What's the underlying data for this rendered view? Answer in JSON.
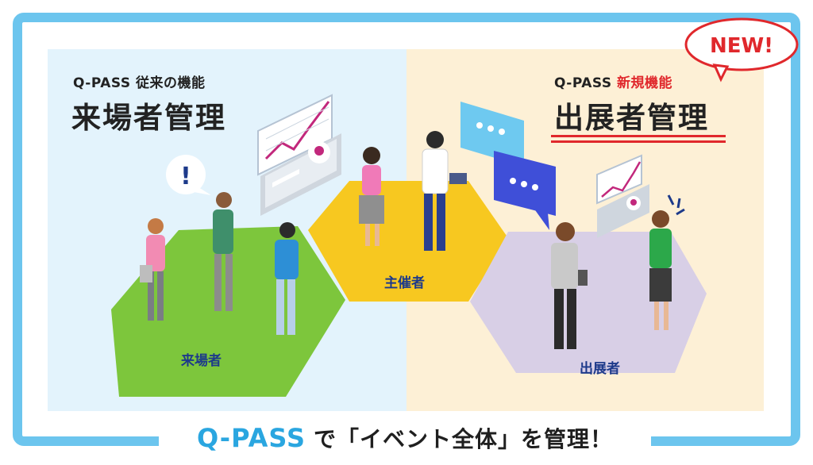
{
  "left_header": {
    "kicker": "Q-PASS 従来の機能",
    "title": "来場者管理"
  },
  "right_header": {
    "kicker_prefix": "Q-PASS ",
    "kicker_accent": "新規機能",
    "title": "出展者管理"
  },
  "badge": {
    "text": "NEW!"
  },
  "zones": {
    "visitors": "来場者",
    "organizer": "主催者",
    "exhibitors": "出展者"
  },
  "alert_symbol": "!",
  "footer": {
    "brand": "Q-PASS",
    "tagline": "で「イベント全体」を管理！"
  },
  "colors": {
    "frame": "#6cc5ee",
    "left_bg": "#e3f3fc",
    "right_bg": "#fdf0d6",
    "green_zone": "#7dc63c",
    "yellow_zone": "#f7c820",
    "purple_zone": "#d8cfe6",
    "accent_red": "#e0282c",
    "brand_blue": "#2aa6e0"
  }
}
